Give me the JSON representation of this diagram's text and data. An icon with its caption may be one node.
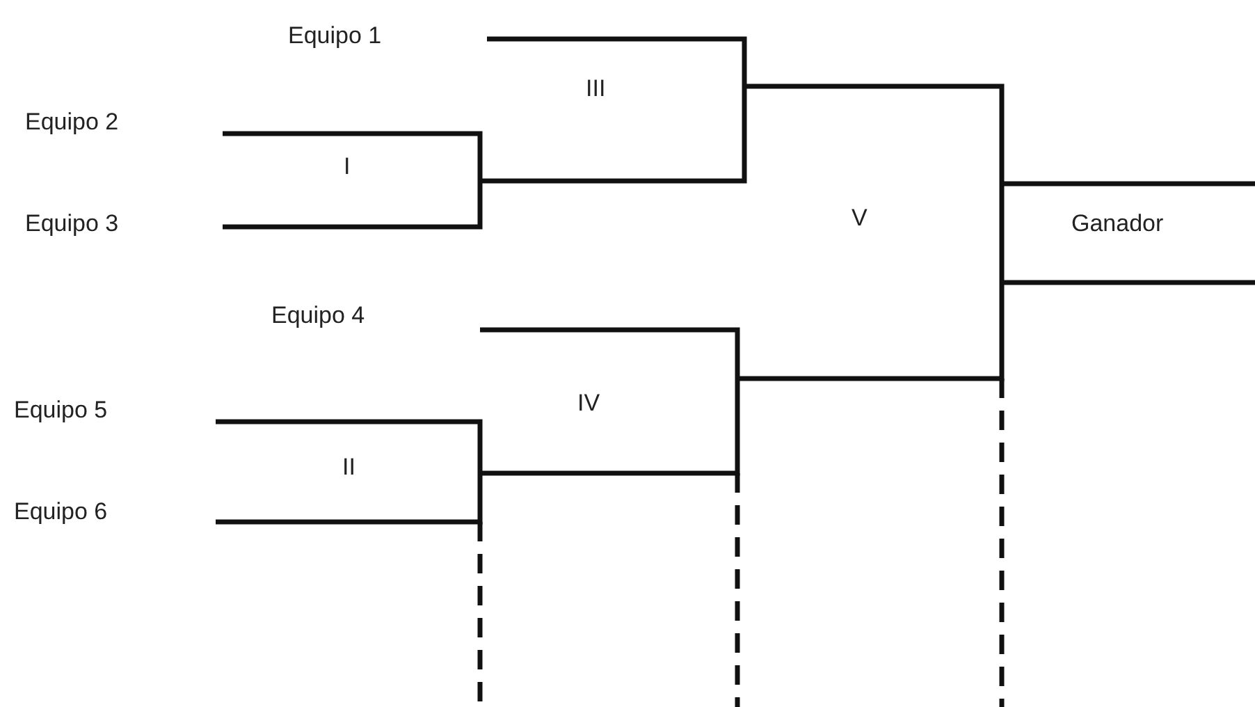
{
  "diagram": {
    "labels": [
      "Equipo 1",
      "III",
      "Equipo 2",
      "I",
      "V",
      "Ganador",
      "Equipo 3",
      "Equipo 4",
      "IV",
      "Equipo 5",
      "II",
      "Equipo 6"
    ]
  }
}
